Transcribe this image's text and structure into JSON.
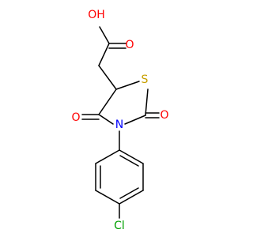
{
  "molecule": {
    "atoms": {
      "hydroxyl": {
        "label": "OH",
        "color": "#ff0000"
      },
      "carbonyl_o_acid": {
        "label": "O",
        "color": "#ff0000"
      },
      "sulfur": {
        "label": "S",
        "color": "#c8a000"
      },
      "carbonyl_o_c4": {
        "label": "O",
        "color": "#ff0000"
      },
      "carbonyl_o_c2": {
        "label": "O",
        "color": "#ff0000"
      },
      "nitrogen": {
        "label": "N",
        "color": "#0000ff"
      },
      "chlorine": {
        "label": "Cl",
        "color": "#00a000"
      }
    },
    "bond_color": "#000000"
  }
}
